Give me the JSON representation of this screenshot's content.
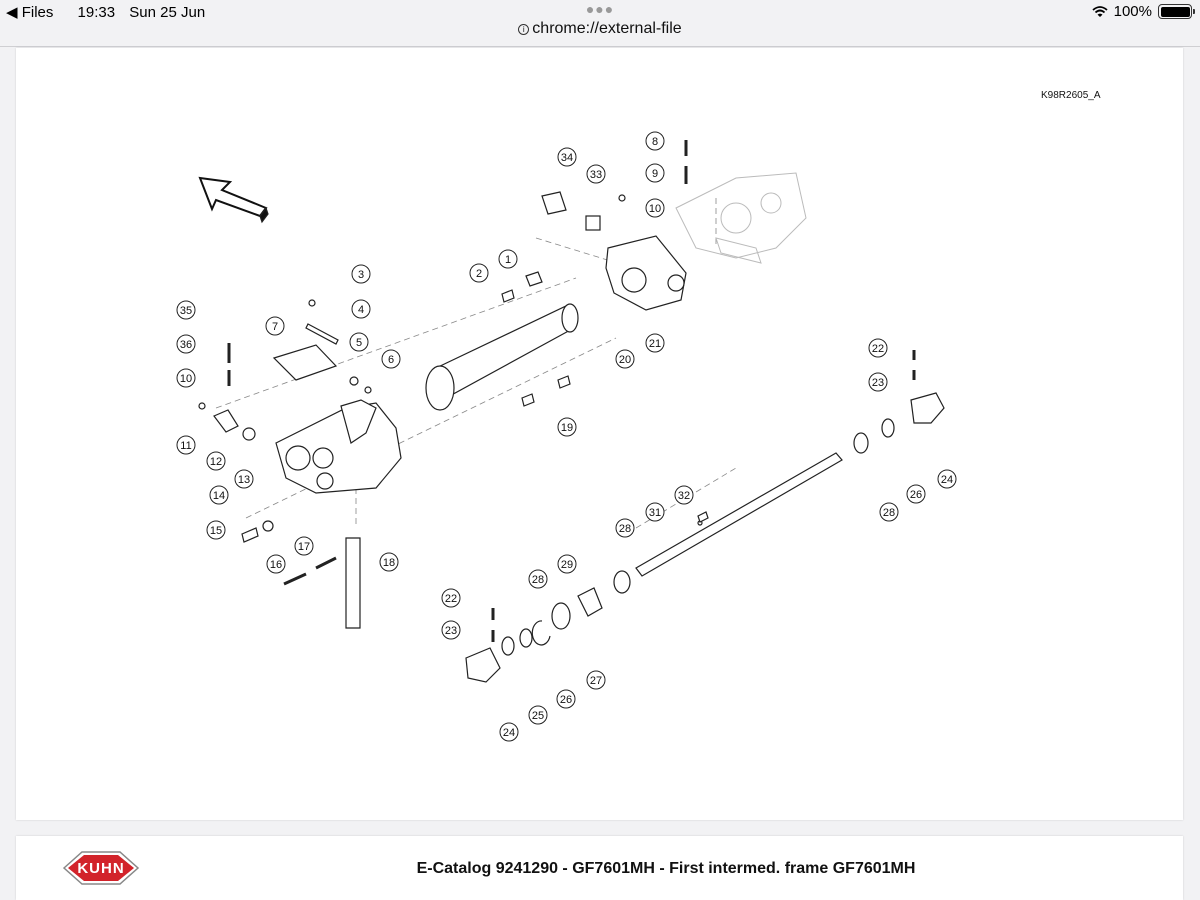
{
  "status_bar": {
    "back_app": "Files",
    "time": "19:33",
    "date": "Sun 25 Jun",
    "battery": "100%",
    "battery_level": 1.0
  },
  "browser": {
    "url": "chrome://external-file"
  },
  "diagram": {
    "drawing_ref": "K98R2605_A",
    "callouts": [
      {
        "n": "1"
      },
      {
        "n": "2"
      },
      {
        "n": "3"
      },
      {
        "n": "4"
      },
      {
        "n": "5"
      },
      {
        "n": "6"
      },
      {
        "n": "7"
      },
      {
        "n": "8"
      },
      {
        "n": "9"
      },
      {
        "n": "10"
      },
      {
        "n": "10"
      },
      {
        "n": "11"
      },
      {
        "n": "12"
      },
      {
        "n": "13"
      },
      {
        "n": "14"
      },
      {
        "n": "15"
      },
      {
        "n": "16"
      },
      {
        "n": "17"
      },
      {
        "n": "18"
      },
      {
        "n": "19"
      },
      {
        "n": "20"
      },
      {
        "n": "21"
      },
      {
        "n": "22"
      },
      {
        "n": "22"
      },
      {
        "n": "23"
      },
      {
        "n": "23"
      },
      {
        "n": "24"
      },
      {
        "n": "24"
      },
      {
        "n": "25"
      },
      {
        "n": "26"
      },
      {
        "n": "26"
      },
      {
        "n": "27"
      },
      {
        "n": "28"
      },
      {
        "n": "28"
      },
      {
        "n": "28"
      },
      {
        "n": "29"
      },
      {
        "n": "31"
      },
      {
        "n": "32"
      },
      {
        "n": "33"
      },
      {
        "n": "34"
      },
      {
        "n": "35"
      },
      {
        "n": "36"
      }
    ]
  },
  "footer": {
    "logo_text": "KUHN",
    "title": "E-Catalog 9241290 - GF7601MH - First intermed. frame GF7601MH"
  },
  "colors": {
    "brand_red": "#d2232a",
    "line": "#222222"
  }
}
